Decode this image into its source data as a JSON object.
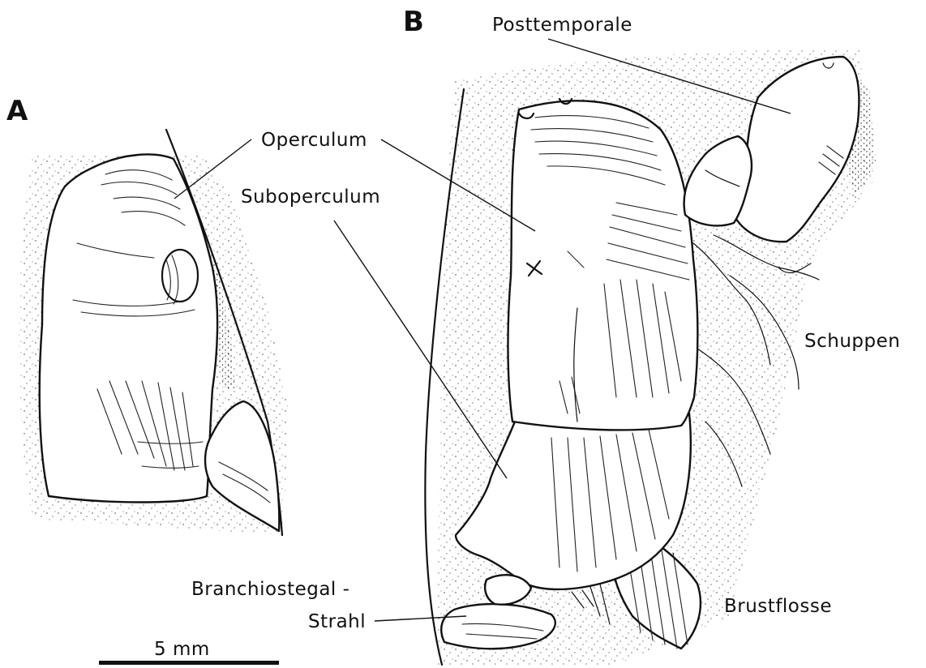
{
  "panels": {
    "a": {
      "letter": "A"
    },
    "b": {
      "letter": "B"
    }
  },
  "labels": {
    "posttemporale": "Posttemporale",
    "operculum": "Operculum",
    "suboperculum": "Suboperculum",
    "schuppen": "Schuppen",
    "branchiostegal_line1": "Branchiostegal -",
    "branchiostegal_line2": "Strahl",
    "brustflosse": "Brustflosse"
  },
  "scale_bar": {
    "label": "5 mm"
  }
}
